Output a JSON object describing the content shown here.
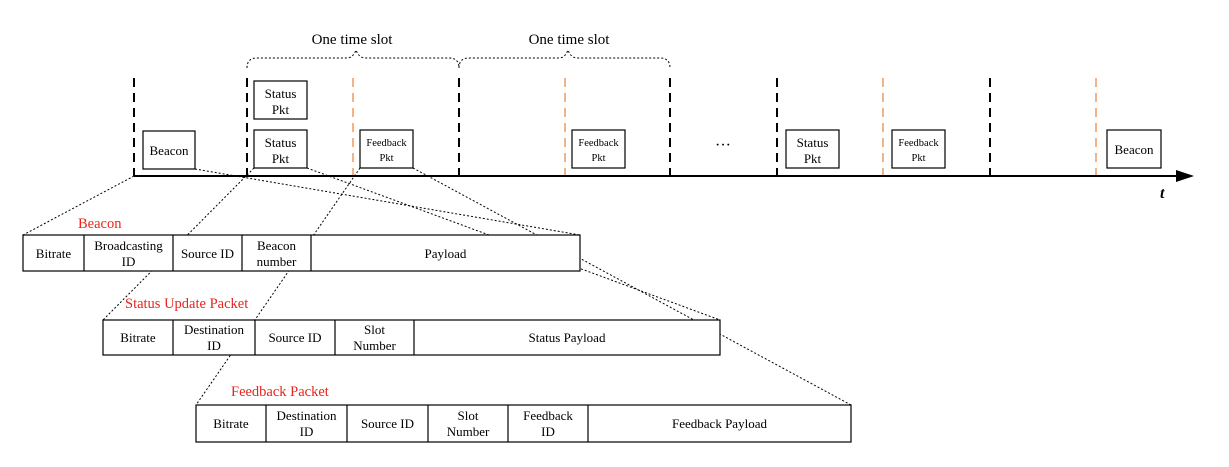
{
  "timeline": {
    "slot_label_1": "One time slot",
    "slot_label_2": "One time slot",
    "axis_label": "t",
    "ellipsis": "···",
    "packets": {
      "beacon_left": "Beacon",
      "status_top_1": "Status",
      "status_top_2": "Pkt",
      "status_1": "Status",
      "status_2": "Pkt",
      "feedback_a_1": "Feedback",
      "feedback_a_2": "Pkt",
      "feedback_b_1": "Feedback",
      "feedback_b_2": "Pkt",
      "status_right_1": "Status",
      "status_right_2": "Pkt",
      "feedback_c_1": "Feedback",
      "feedback_c_2": "Pkt",
      "beacon_right": "Beacon"
    }
  },
  "beacon_format": {
    "title": "Beacon",
    "bitrate": "Bitrate",
    "broadcasting_1": "Broadcasting",
    "broadcasting_2": "ID",
    "source_id": "Source ID",
    "beacon_number_1": "Beacon",
    "beacon_number_2": "number",
    "payload": "Payload"
  },
  "status_format": {
    "title": "Status Update Packet",
    "bitrate": "Bitrate",
    "destination_1": "Destination",
    "destination_2": "ID",
    "source_id": "Source ID",
    "slot_number_1": "Slot",
    "slot_number_2": "Number",
    "payload": "Status Payload"
  },
  "feedback_format": {
    "title": "Feedback Packet",
    "bitrate": "Bitrate",
    "destination_1": "Destination",
    "destination_2": "ID",
    "source_id": "Source ID",
    "slot_number_1": "Slot",
    "slot_number_2": "Number",
    "feedback_id_1": "Feedback",
    "feedback_id_2": "ID",
    "payload": "Feedback Payload"
  },
  "colors": {
    "accent_red": "#e8231c",
    "slot_divider_orange": "#f2b486"
  }
}
